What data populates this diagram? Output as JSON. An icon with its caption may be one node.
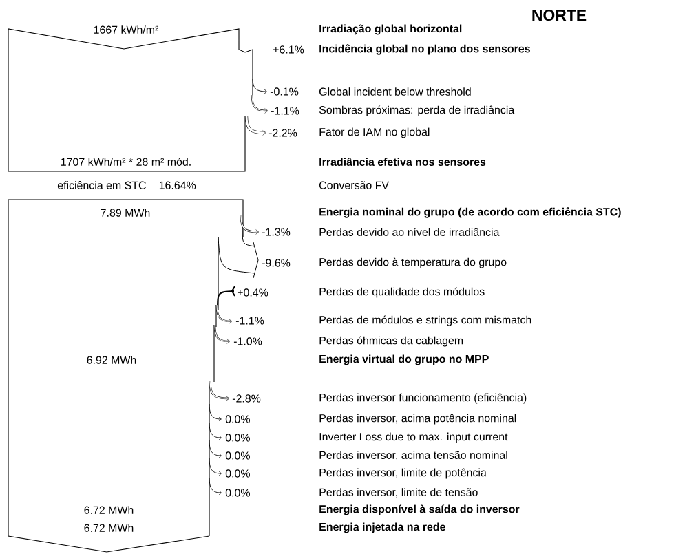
{
  "diagram": {
    "title": "NORTE",
    "nodes": [
      {
        "text": [
          "1667 kWh/m²",
          "1707 kWh/m² * 28 m² mód."
        ]
      },
      {
        "text": [
          "7.89 MWh",
          "6.92 MWh",
          "6.72 MWh",
          "6.72 MWh"
        ]
      }
    ],
    "labels": [
      "Irradiação global horizontal",
      "+6.1%",
      "Incidência global no plano dos sensores",
      "-0.1%",
      "Global incident below threshold",
      "-1.1%",
      "Sombras próximas: perda de irradiância",
      "-2.2%",
      "Fator de IAM no global",
      "Irradiância efetiva nos sensores",
      "eficiência em STC = 16.64%",
      "Conversão FV",
      "Energia nominal do grupo (de acordo com eficiência STC)",
      "-1.3%",
      "Perdas devido ao nível de irradiância",
      "-9.6%",
      "Perdas devido à temperatura do grupo",
      "+0.4%",
      "Perdas de qualidade dos módulos",
      "-1.1%",
      "Perdas de módulos e strings com mismatch",
      "-1.0%",
      "Perdas óhmicas da cablagem",
      "Energia virtual do grupo no MPP",
      "-2.8%",
      "Perdas inversor funcionamento (eficiência)",
      "0.0%",
      "Perdas inversor, acima potência nominal",
      "0.0%",
      "Inverter Loss due to max. input current",
      "0.0%",
      "Perdas inversor, acima tensão nominal",
      "0.0%",
      "Perdas inversor, limite de potência",
      "0.0%",
      "Perdas inversor, limite de tensão",
      "Energia disponível à saída do inversor",
      "Energia injetada na rede"
    ]
  }
}
